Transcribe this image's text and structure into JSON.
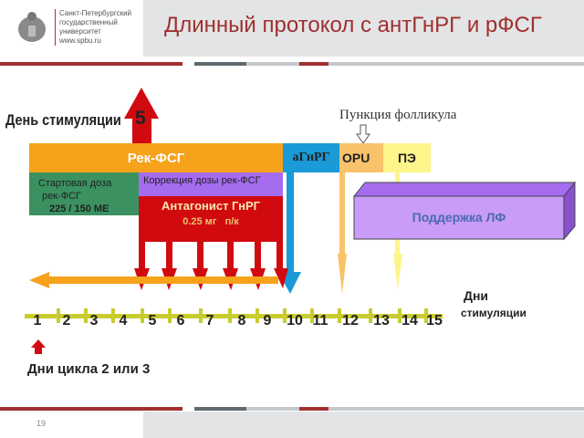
{
  "header": {
    "university_lines": [
      "Санкт-Петербургский",
      "государственный",
      "университет",
      "www.spbu.ru"
    ],
    "title": "Длинный протокол с антГнРГ и рФСГ"
  },
  "diagram": {
    "stim_day_label": "День стимуляции",
    "stim_day_number": "5",
    "puncture_label": "Пункция фолликула",
    "rec_fsh": "Рек-ФСГ",
    "agnrh": "аГнРГ",
    "opu": "OPU",
    "pe": "ПЭ",
    "start_dose": [
      "Стартовая доза",
      "рек-ФСГ",
      "225 / 150 МЕ"
    ],
    "dose_correction": "Коррекция дозы рек-ФСГ",
    "antagonist": "Антагонист ГнРГ",
    "antagonist_dose": "0.25 мг   п/к",
    "luteal_support": "Поддержка ЛФ",
    "axis_label": [
      "Дни",
      "стимуляции"
    ],
    "days": [
      "1",
      "2",
      "3",
      "4",
      "5",
      "6",
      "7",
      "8",
      "9",
      "10",
      "11",
      "12",
      "13",
      "14",
      "15"
    ],
    "cycle_days": "Дни цикла 2 или 3"
  },
  "footer": {
    "page": "19"
  },
  "colors": {
    "accent": "#a03030",
    "orange": "#f7a21b",
    "blue": "#1a9ad6",
    "red": "#d10a10",
    "green": "#3b9160",
    "purple": "#a56cf0"
  }
}
